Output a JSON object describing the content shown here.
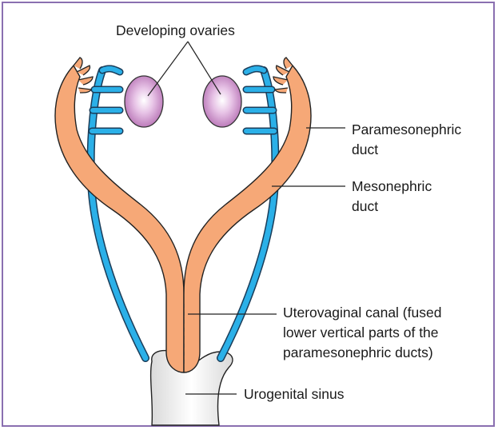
{
  "title": "",
  "labels": {
    "ovaries": "Developing ovaries",
    "paramesonephric": [
      "Paramesonephric",
      "duct"
    ],
    "mesonephric": [
      "Mesonephric",
      "duct"
    ],
    "uterovaginal": [
      "Uterovaginal canal (fused",
      "lower vertical parts of the",
      "paramesonephric ducts)"
    ],
    "urogenital": "Urogenital sinus"
  },
  "colors": {
    "border": "#8a6fb0",
    "paramesonephric_duct": "#f4a574",
    "mesonephric_duct": "#29aee6",
    "ovary": "#c98ac8",
    "urogenital_sinus": "#e8e8e8"
  }
}
